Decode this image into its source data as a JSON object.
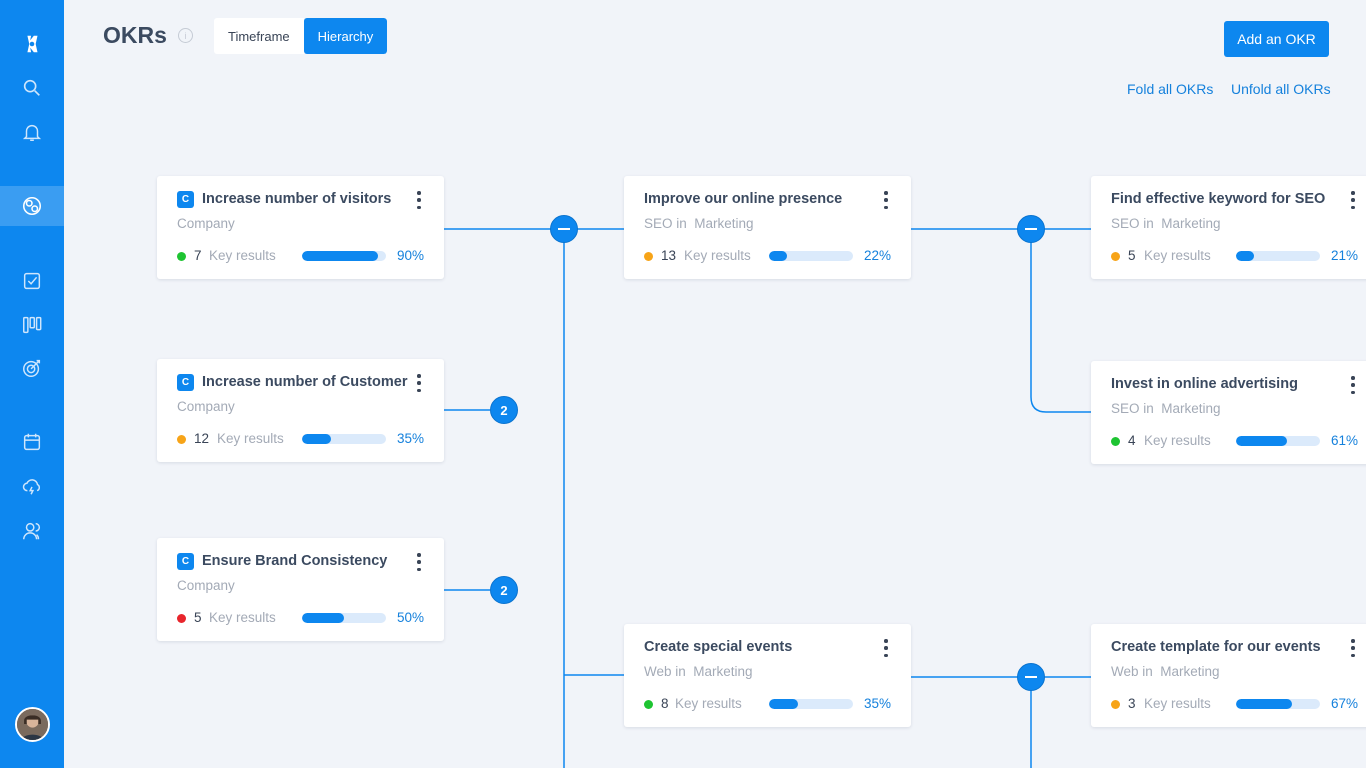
{
  "page": {
    "title": "OKRs"
  },
  "view_toggle": {
    "timeframe": "Timeframe",
    "hierarchy": "Hierarchy",
    "selected": "Hierarchy"
  },
  "actions": {
    "add_okr": "Add an OKR",
    "fold_all": "Fold all OKRs",
    "unfold_all": "Unfold all OKRs"
  },
  "sidebar": {
    "icons": [
      "logo-icon",
      "search-icon",
      "bell-icon",
      "objectives-icon",
      "tasks-icon",
      "board-icon",
      "target-icon",
      "calendar-icon",
      "weather-icon",
      "users-icon"
    ],
    "active": "objectives-icon"
  },
  "colors": {
    "accent": "#0d87ef",
    "green": "#1ec432",
    "orange": "#f7a418",
    "red": "#e8252c"
  },
  "okrs": [
    {
      "title": "Increase number of visitors",
      "badge": "C",
      "subtitle": "Company",
      "status": "green",
      "count": "7",
      "kr_label": "Key results",
      "progress": 0.9,
      "percent": "90%"
    },
    {
      "title": "Increase number of Customer",
      "badge": "C",
      "subtitle": "Company",
      "status": "orange",
      "count": "12",
      "kr_label": "Key results",
      "progress": 0.35,
      "percent": "35%",
      "collapsed_children": "2"
    },
    {
      "title": "Ensure Brand Consistency",
      "badge": "C",
      "subtitle": "Company",
      "status": "red",
      "count": "5",
      "kr_label": "Key results",
      "progress": 0.5,
      "percent": "50%",
      "collapsed_children": "2"
    },
    {
      "title": "Improve our online presence",
      "subtitle": "SEO in  Marketing",
      "status": "orange",
      "count": "13",
      "kr_label": "Key results",
      "progress": 0.22,
      "percent": "22%"
    },
    {
      "title": "Create special events",
      "subtitle": "Web in  Marketing",
      "status": "green",
      "count": "8",
      "kr_label": "Key results",
      "progress": 0.35,
      "percent": "35%"
    },
    {
      "title": "Find effective keyword for SEO",
      "subtitle": "SEO in  Marketing",
      "status": "orange",
      "count": "5",
      "kr_label": "Key results",
      "progress": 0.21,
      "percent": "21%"
    },
    {
      "title": "Invest in online advertising",
      "subtitle": "SEO in  Marketing",
      "status": "green",
      "count": "4",
      "kr_label": "Key results",
      "progress": 0.61,
      "percent": "61%"
    },
    {
      "title": "Create template for our events",
      "subtitle": "Web in  Marketing",
      "status": "orange",
      "count": "3",
      "kr_label": "Key results",
      "progress": 0.67,
      "percent": "67%"
    }
  ]
}
